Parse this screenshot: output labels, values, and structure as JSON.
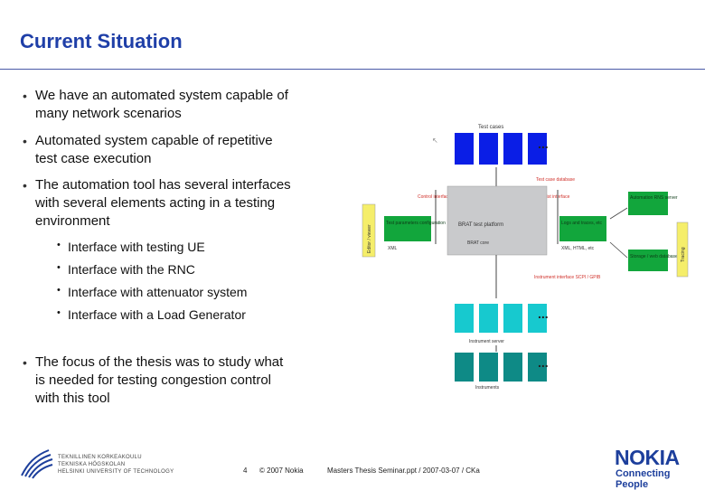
{
  "slide": {
    "title": "Current Situation",
    "bullets": [
      {
        "line1": "We have an automated system capable of",
        "line2": "many network scenarios"
      },
      {
        "line1": "Automated system capable of repetitive",
        "line2": "test case execution"
      },
      {
        "line1": "The automation tool has several interfaces",
        "line2": "with several elements acting in a testing",
        "line3": "environment"
      }
    ],
    "subbullets": [
      "Interface with testing UE",
      "Interface with the RNC",
      "Interface with attenuator system",
      "Interface with a Load Generator"
    ],
    "last_bullet": {
      "line1": "The focus of the thesis was to study what",
      "line2": "is needed for testing congestion control",
      "line3": "with this tool"
    }
  },
  "diagram": {
    "test_cases_label": "Test cases",
    "test_case_database_label": "Test case database",
    "control_interface_label": "Control interface XML",
    "list_interface_label": "List interface",
    "core_platform_label": "BRAT test platform",
    "core_sub_label": "BRAT core",
    "left_box_label": "Test parameters configuration",
    "left_xml_label": "XML",
    "right_box_label": "Logs and traces, etc",
    "right_xml_label": "XML, HTML, etc",
    "editor_label": "Editor / viewer",
    "automation_label": "Automation RNS server",
    "storage_label": "Storage / web database",
    "trace_label": "Tracing",
    "instrument_label": "Instrument interface SCPI / GPIB",
    "sut_label": "Instrument server",
    "instruments_label": "Instruments",
    "ellipsis": "...",
    "colors": {
      "blue": "#0a1ee6",
      "cyan": "#17c9cf",
      "teal": "#0e8a86",
      "green": "#12a63c",
      "yellow": "#f5ee6a",
      "gray": "#c9cacc",
      "red": "#d0302a"
    }
  },
  "footer": {
    "uni_line1": "TEKNILLINEN KORKEAKOULU",
    "uni_line2": "TEKNISKA HÖGSKOLAN",
    "uni_line3": "HELSINKI UNIVERSITY OF TECHNOLOGY",
    "page_number": "4",
    "copyright": "© 2007 Nokia",
    "file_info": "Masters Thesis Seminar.ppt / 2007-03-07 / CKa",
    "brand": "NOKIA",
    "tagline": "Connecting People"
  }
}
